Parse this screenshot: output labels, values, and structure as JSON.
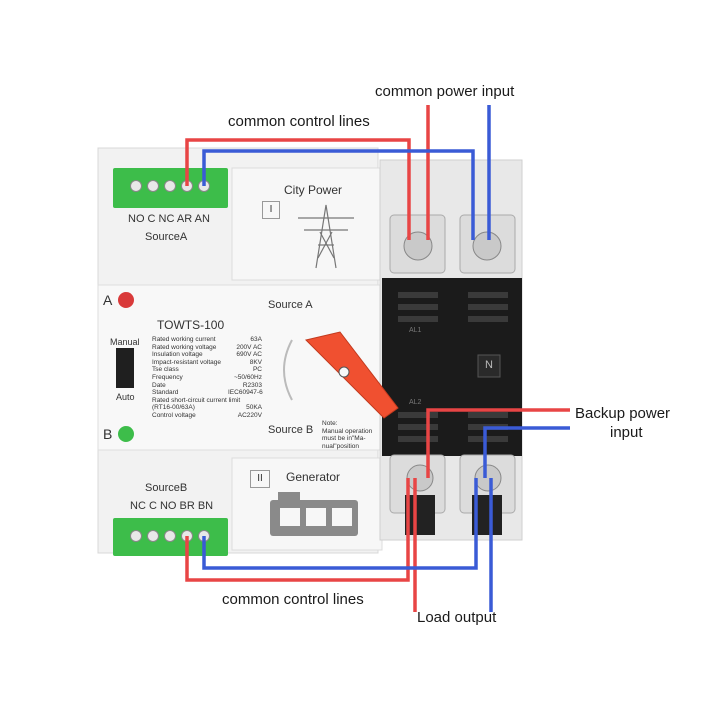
{
  "callouts": {
    "common_power_input": "common power input",
    "common_control_lines_top": "common control lines",
    "common_control_lines_bottom": "common control lines",
    "backup_power_input_1": "Backup power",
    "backup_power_input_2": "input",
    "load_output": "Load output"
  },
  "device": {
    "terminal_top_labels": "NO C NC AR AN",
    "terminal_top_source": "SourceA",
    "terminal_bottom_source": "SourceB",
    "terminal_bottom_labels": "NC C NO BR BN",
    "city_power_roman": "I",
    "city_power": "City Power",
    "generator_roman": "II",
    "generator": "Generator",
    "indicator_a": "A",
    "indicator_b": "B",
    "manual": "Manual",
    "auto": "Auto",
    "model": "TOWTS-100",
    "source_a": "Source A",
    "source_b": "Source B",
    "pole_label_1": "AL1",
    "pole_label_2": "AL2",
    "n_label": "N",
    "spec_labels": [
      "Rated working current",
      "Rated working voltage",
      "Insulation voltage",
      "Impact-resistant voltage",
      "Tse class",
      "Frequency",
      "Date",
      "Standard",
      "Rated short-circuit current limit",
      "(RT16-00/63A)",
      "Control voltage"
    ],
    "spec_values": [
      "63A",
      "200V AC",
      "690V AC",
      "8KV",
      "PC",
      "~50/60Hz",
      "R2303",
      "IEC60947-6",
      "",
      "50KA",
      "AC220V"
    ],
    "note_lines": [
      "Note:",
      "Manual operation",
      "must be in\"Ma-",
      "nual\"position"
    ]
  },
  "colors": {
    "red_wire": "#e84545",
    "blue_wire": "#3a5bd6",
    "terminal_green": "#3dbd4a",
    "handle_red": "#f05030",
    "body_white": "#f4f4f4",
    "dark_module": "#1b1b1b"
  }
}
